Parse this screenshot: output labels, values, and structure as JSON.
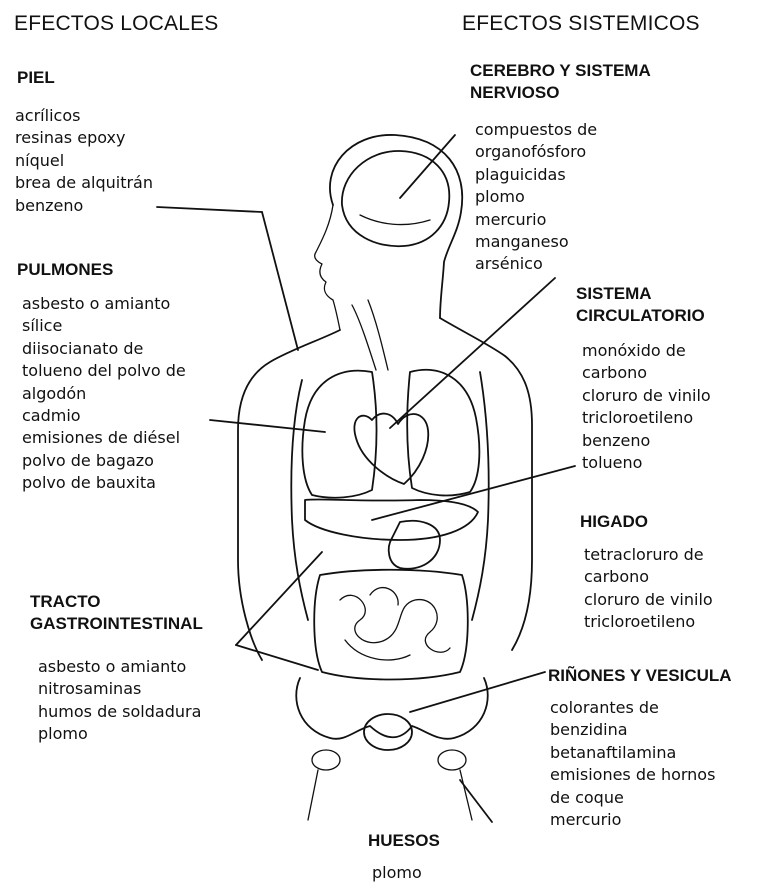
{
  "headers": {
    "local": "EFECTOS LOCALES",
    "systemic": "EFECTOS SISTEMICOS"
  },
  "sections": {
    "piel": {
      "title": [
        "PIEL"
      ],
      "items": [
        "acrílicos",
        "resinas epoxy",
        "níquel",
        "brea de alquitrán",
        "benzeno"
      ]
    },
    "pulmones": {
      "title": [
        "PULMONES"
      ],
      "items": [
        "asbesto o amianto",
        "sílice",
        "diisocianato de",
        "tolueno del polvo de",
        "algodón",
        "cadmio",
        "emisiones de diésel",
        "polvo de bagazo",
        "polvo de bauxita"
      ]
    },
    "tracto": {
      "title": [
        "TRACTO",
        "GASTROINTESTINAL"
      ],
      "items": [
        "asbesto o amianto",
        "nitrosaminas",
        "humos de soldadura",
        "plomo"
      ]
    },
    "cerebro": {
      "title": [
        "CEREBRO Y SISTEMA",
        "NERVIOSO"
      ],
      "items": [
        "compuestos de",
        "organofósforo",
        "plaguicidas",
        "plomo",
        "mercurio",
        "manganeso",
        "arsénico"
      ]
    },
    "circulatorio": {
      "title": [
        "SISTEMA",
        "CIRCULATORIO"
      ],
      "items": [
        "monóxido de",
        "carbono",
        "cloruro de vinilo",
        "tricloroetileno",
        "benzeno",
        "tolueno"
      ]
    },
    "higado": {
      "title": [
        "HIGADO"
      ],
      "items": [
        "tetracloruro de",
        "carbono",
        "cloruro de vinilo",
        "tricloroetileno"
      ]
    },
    "rinones": {
      "title": [
        "RIÑONES Y VESICULA"
      ],
      "items": [
        "colorantes de",
        "benzidina",
        "betanaftilamina",
        "emisiones de hornos",
        "de coque",
        "mercurio"
      ]
    },
    "huesos": {
      "title": [
        "HUESOS"
      ],
      "items": [
        "plomo"
      ]
    }
  }
}
